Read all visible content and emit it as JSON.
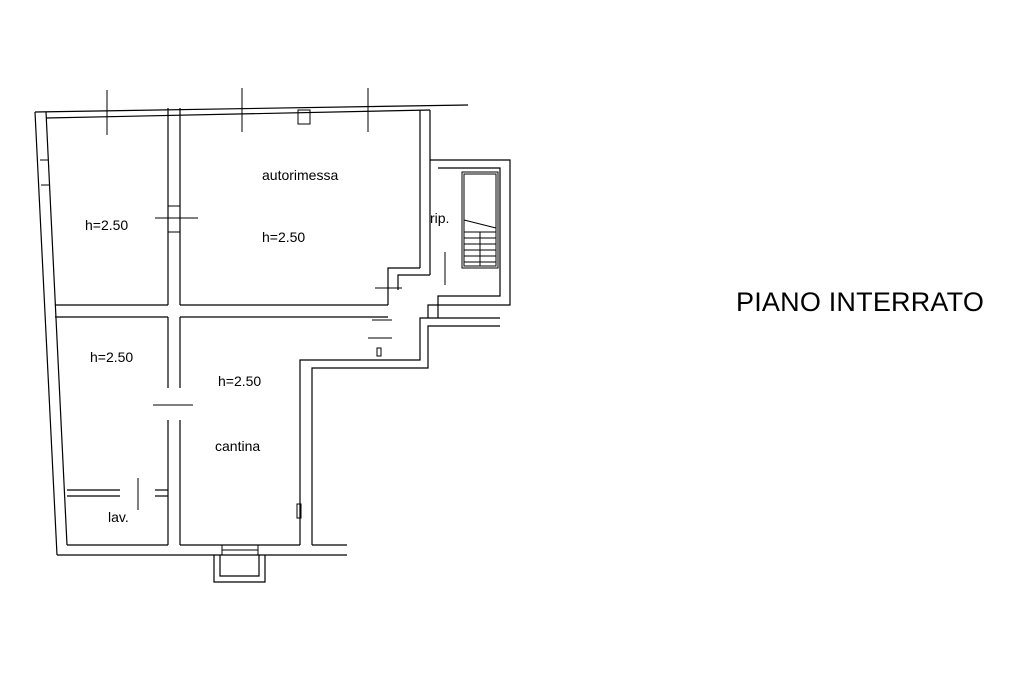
{
  "plan": {
    "title": "PIANO INTERRATO",
    "labels": {
      "garage": "autorimessa",
      "garage_height": "h=2.50",
      "left_room_height": "h=2.50",
      "lower_left_height": "h=2.50",
      "cellar_height": "h=2.50",
      "cellar": "cantina",
      "storage": "rip.",
      "laundry": "lav."
    }
  }
}
